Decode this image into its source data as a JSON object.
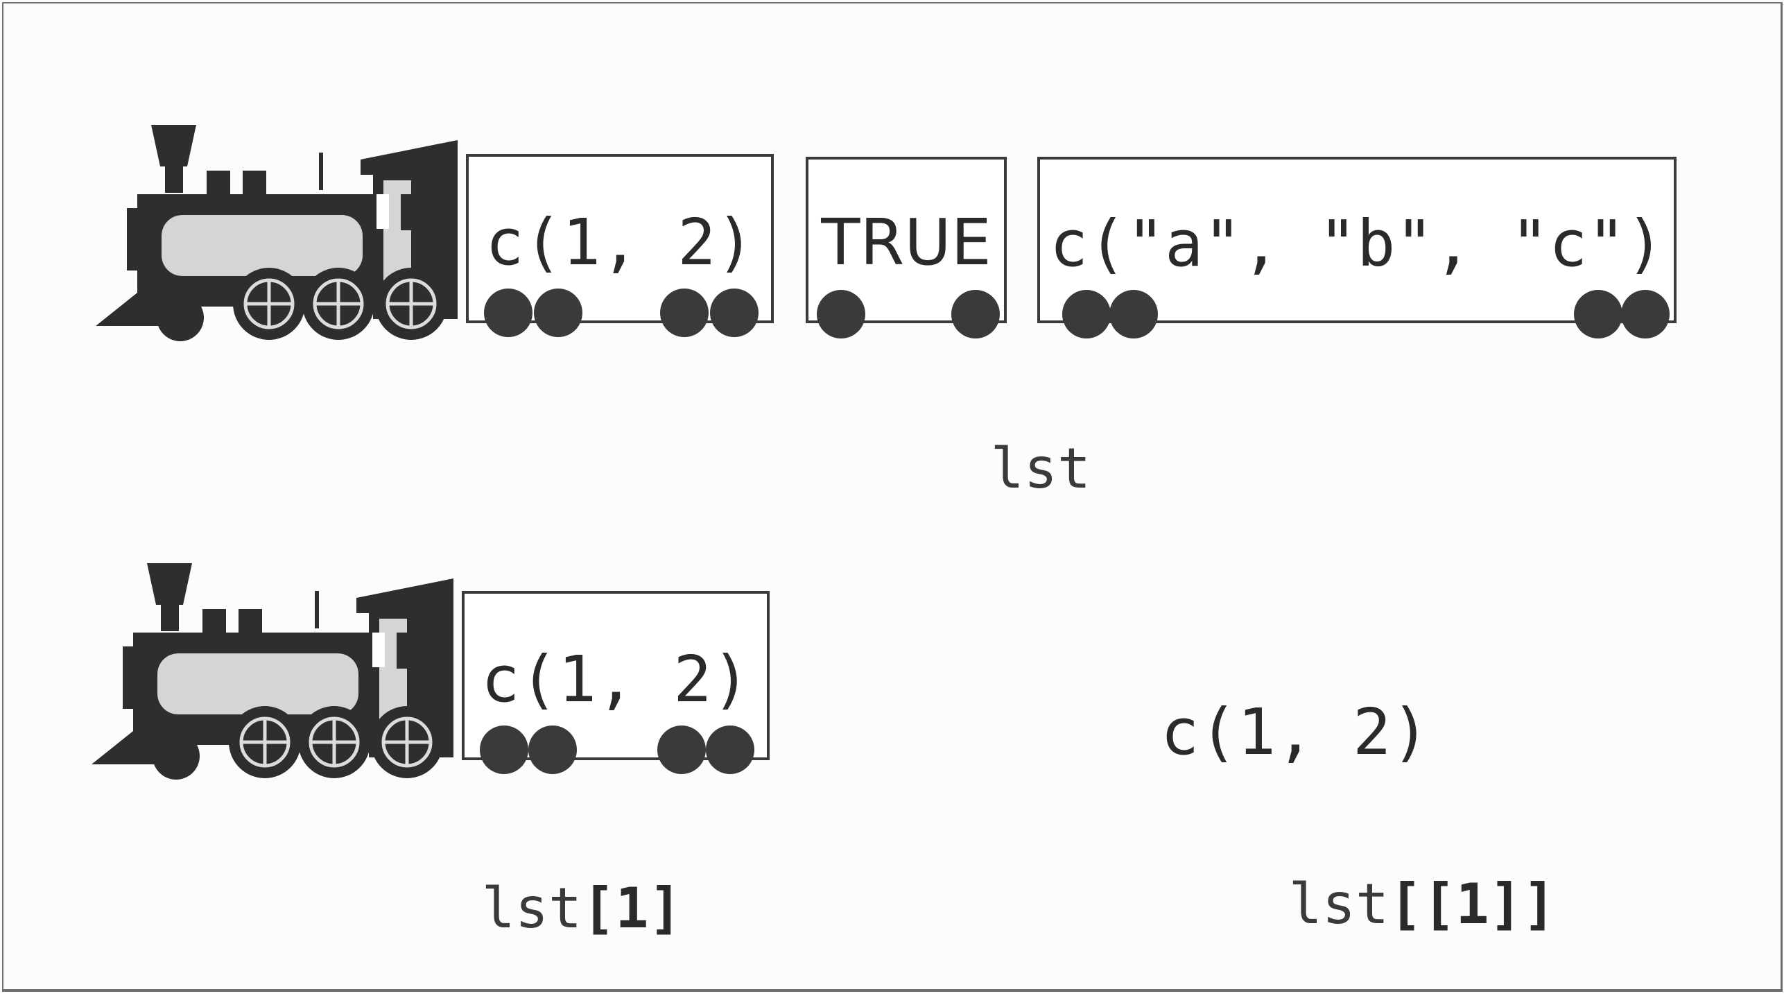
{
  "top_train": {
    "cars": [
      {
        "label": "c(1, 2)",
        "font": "mono"
      },
      {
        "label": "TRUE",
        "font": "sans"
      },
      {
        "label": "c(\"a\", \"b\", \"c\")",
        "font": "mono"
      }
    ],
    "caption": "lst"
  },
  "bottom_left": {
    "cars": [
      {
        "label": "c(1, 2)",
        "font": "mono"
      }
    ],
    "caption_plain": "lst",
    "caption_bracket": "[1]"
  },
  "bottom_right": {
    "value": "c(1, 2)",
    "caption_plain": "lst",
    "caption_bracket": "[[1]]"
  },
  "icons": {
    "engine_top": "locomotive-icon",
    "engine_bottom": "locomotive-icon"
  },
  "colors": {
    "ink": "#3a3a3a",
    "background": "#fcfcfc"
  }
}
